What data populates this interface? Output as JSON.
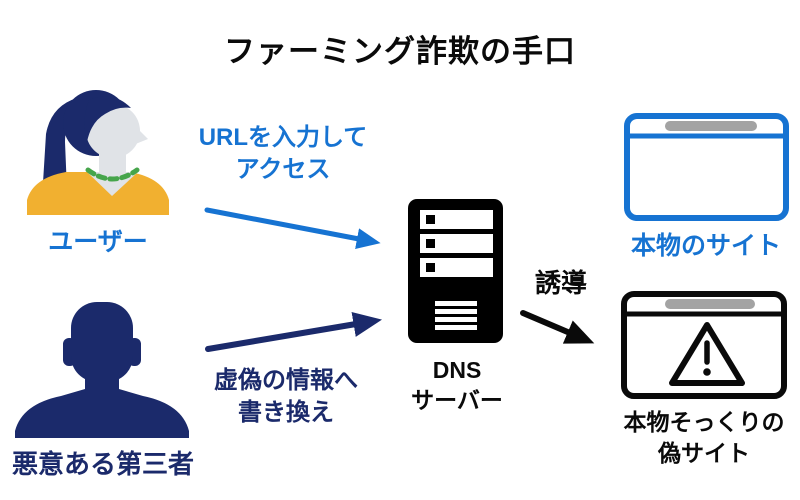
{
  "title": "ファーミング詐欺の手口",
  "colors": {
    "blue": "#1673d2",
    "navy": "#1b2a6b",
    "black": "#0a0a0a",
    "gray_pill": "#a3a3a3",
    "shirt_yellow": "#f1b030",
    "skin_gray": "#e0e3e7",
    "necklace_green": "#46a54b"
  },
  "actors": {
    "user": {
      "label": "ユーザー",
      "icon": "female-user-avatar-icon"
    },
    "attacker": {
      "label": "悪意ある第三者",
      "icon": "person-silhouette-icon"
    }
  },
  "nodes": {
    "dns": {
      "line1": "DNS",
      "line2": "サーバー",
      "icon": "server-tower-icon"
    },
    "real_site": {
      "label": "本物のサイト",
      "icon": "browser-window-icon"
    },
    "fake_site": {
      "line1": "本物そっくりの",
      "line2": "偽サイト",
      "icon": "browser-window-warning-icon"
    }
  },
  "flows": {
    "user_to_dns": {
      "line1": "URLを入力して",
      "line2": "アクセス"
    },
    "attacker_to_dns": {
      "line1": "虚偽の情報へ",
      "line2": "書き換え"
    },
    "dns_to_fake": {
      "label": "誘導"
    }
  }
}
